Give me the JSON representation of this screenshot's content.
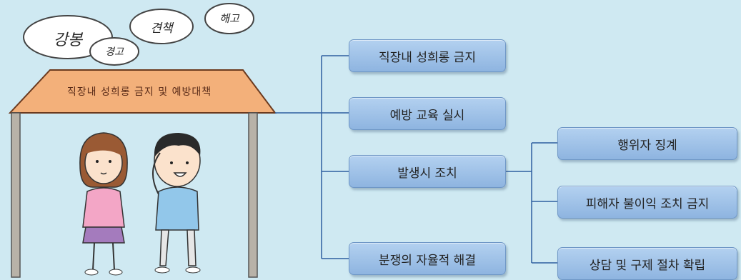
{
  "illustration": {
    "sign_text": "직장내 성희롱 금지 및 예방대책",
    "clouds": [
      "강봉",
      "견책",
      "해고",
      "경고"
    ]
  },
  "tree": {
    "level1": [
      "직장내 성희롱 금지",
      "예방 교육 실시",
      "발생시 조치",
      "분쟁의 자율적 해결"
    ],
    "level2": [
      "행위자 징계",
      "피해자 불이익 조치 금지",
      "상담 및 구제 절차 확립"
    ]
  },
  "colors": {
    "background": "#cfe9f2",
    "box_fill": "#a3c4ea",
    "connector": "#2f5fa0",
    "roof": "#f3b07a"
  }
}
